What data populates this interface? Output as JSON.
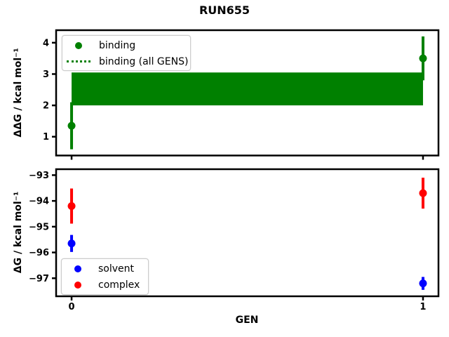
{
  "figure": {
    "background": "#ffffff",
    "spine_color": "#000000"
  },
  "chart_data": [
    {
      "type": "errorbar",
      "title": "RUN655",
      "xlabel": "",
      "ylabel": "ΔΔG / kcal mol⁻¹",
      "xlim": [
        -0.044,
        1.044
      ],
      "ylim": [
        0.4,
        4.4
      ],
      "grid": false,
      "yticks": {
        "values": [
          4,
          3,
          2,
          1
        ],
        "labels": [
          "4",
          "3",
          "2",
          "1"
        ]
      },
      "xticks": {
        "values": [
          0,
          1
        ],
        "labels": [
          "",
          ""
        ]
      },
      "series": [
        {
          "name": "binding",
          "color": "#008000",
          "marker": "circle",
          "x": [
            0,
            1
          ],
          "y": [
            1.35,
            3.5
          ],
          "yerr": [
            0.75,
            0.7
          ]
        }
      ],
      "band": {
        "name": "binding (all GENS)",
        "color": "#008000",
        "x0": 0,
        "x1": 1,
        "ymin": 2.0,
        "ymax": 3.05,
        "center_line_y": 2.53,
        "center_line_style": "dotted"
      },
      "legend": {
        "position": "upper-left",
        "items": [
          {
            "label": "binding",
            "swatch": "dot",
            "color": "#008000"
          },
          {
            "label": "binding (all GENS)",
            "swatch": "dotted-line",
            "color": "#008000"
          }
        ]
      }
    },
    {
      "type": "errorbar",
      "title": "",
      "xlabel": "GEN",
      "ylabel": "ΔG / kcal mol⁻¹",
      "xlim": [
        -0.044,
        1.044
      ],
      "ylim": [
        -97.7,
        -92.77
      ],
      "grid": false,
      "yticks": {
        "values": [
          -93,
          -94,
          -95,
          -96,
          -97
        ],
        "labels": [
          "−93",
          "−94",
          "−95",
          "−96",
          "−97"
        ]
      },
      "xticks": {
        "values": [
          0,
          1
        ],
        "labels": [
          "0",
          "1"
        ]
      },
      "series": [
        {
          "name": "solvent",
          "color": "#0000ff",
          "marker": "circle",
          "x": [
            0,
            1
          ],
          "y": [
            -95.65,
            -97.2
          ],
          "yerr": [
            0.33,
            0.25
          ]
        },
        {
          "name": "complex",
          "color": "#ff0000",
          "marker": "circle",
          "x": [
            0,
            1
          ],
          "y": [
            -94.2,
            -93.7
          ],
          "yerr": [
            0.68,
            0.6
          ]
        }
      ],
      "legend": {
        "position": "lower-left",
        "items": [
          {
            "label": "solvent",
            "swatch": "dot",
            "color": "#0000ff"
          },
          {
            "label": "complex",
            "swatch": "dot",
            "color": "#ff0000"
          }
        ]
      }
    }
  ]
}
